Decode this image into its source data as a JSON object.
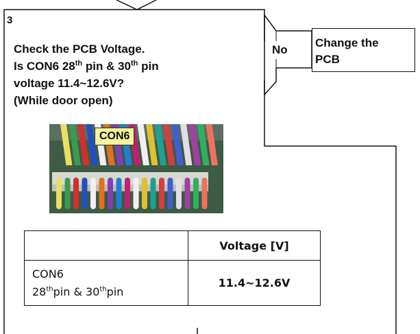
{
  "step": {
    "number": "3"
  },
  "question": {
    "line1": "Check the PCB Voltage.",
    "line2_pre": "Is CON6 28",
    "line2_sup1": "th",
    "line2_mid": " pin & 30",
    "line2_sup2": "th",
    "line2_post": " pin",
    "line3": "voltage 11.4~12.6V?",
    "line4": "(While door open)"
  },
  "decision": {
    "label": "No"
  },
  "action": {
    "line1": "Change the",
    "line2": "PCB"
  },
  "photo": {
    "tag": "CON6"
  },
  "table": {
    "col1_header": "",
    "col2_header": "Voltage [V]",
    "row1": {
      "label_line1": "CON6",
      "label_a": "28",
      "label_a_sup": "th",
      "label_b": "pin & 30",
      "label_b_sup": "th",
      "label_c": "pin",
      "value": "11.4~12.6V"
    }
  },
  "colors": {
    "tag_background": "#f4f49a",
    "board_green": "#3d5b45"
  }
}
